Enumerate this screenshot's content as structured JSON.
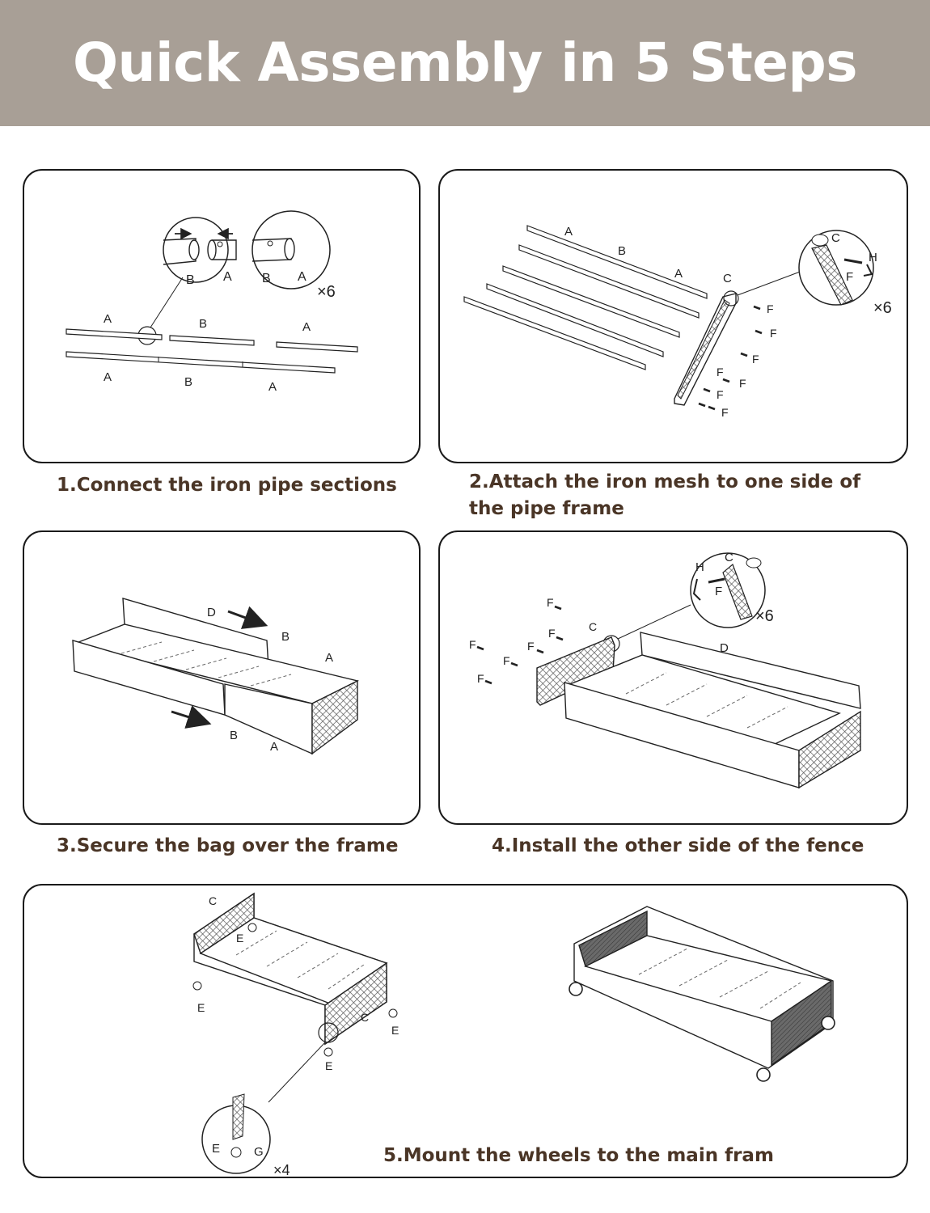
{
  "header": {
    "title": "Quick Assembly in 5 Steps"
  },
  "colors": {
    "banner": "#a89f96",
    "caption": "#4a3526",
    "border": "#1a1a1a"
  },
  "steps": [
    {
      "caption": "1.Connect the iron pipe sections",
      "labels": {
        "A": "A",
        "B": "B",
        "count": "×6"
      }
    },
    {
      "caption": "2.Attach the iron mesh to one side of the pipe frame",
      "labels": {
        "A": "A",
        "B": "B",
        "C": "C",
        "F": "F",
        "H": "H",
        "count": "×6"
      }
    },
    {
      "caption": "3.Secure the bag over the frame",
      "labels": {
        "A": "A",
        "B": "B",
        "D": "D"
      }
    },
    {
      "caption": "4.Install the other side of the fence",
      "labels": {
        "C": "C",
        "D": "D",
        "F": "F",
        "H": "H",
        "count": "×6"
      }
    },
    {
      "caption": "5.Mount the wheels to the main fram",
      "labels": {
        "C": "C",
        "E": "E",
        "G": "G",
        "count": "×4"
      }
    }
  ]
}
